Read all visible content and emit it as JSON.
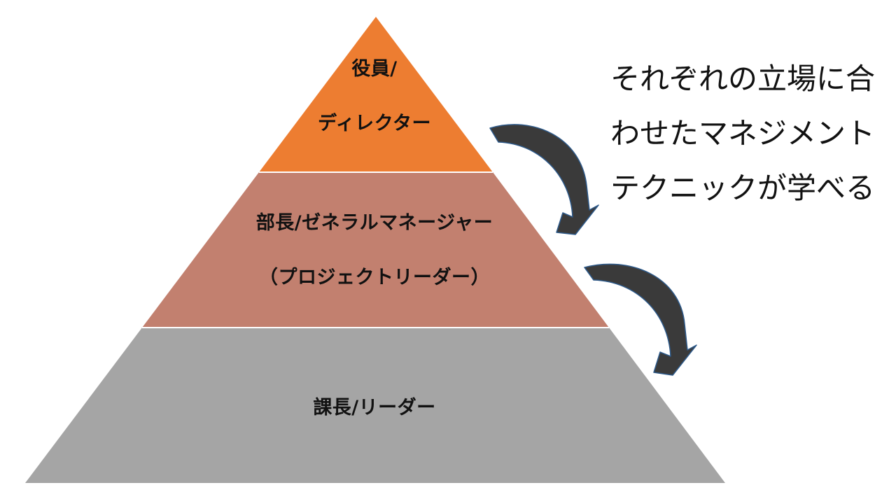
{
  "pyramid": {
    "tiers": [
      {
        "lines": [
          "役員/",
          "ディレクター"
        ],
        "color": "#ED7D31"
      },
      {
        "lines": [
          "部長/ゼネラルマネージャー",
          "（プロジェクトリーダー）"
        ],
        "color": "#C2806F"
      },
      {
        "lines": [
          "課長/リーダー"
        ],
        "color": "#A5A5A5"
      }
    ],
    "arrow_color": "#3A3A3A",
    "arrow_outline_color": "#2E5A8A"
  },
  "tagline": {
    "lines": [
      "それぞれの立場に合",
      "わせたマネジメント",
      "テクニックが学べる"
    ]
  }
}
